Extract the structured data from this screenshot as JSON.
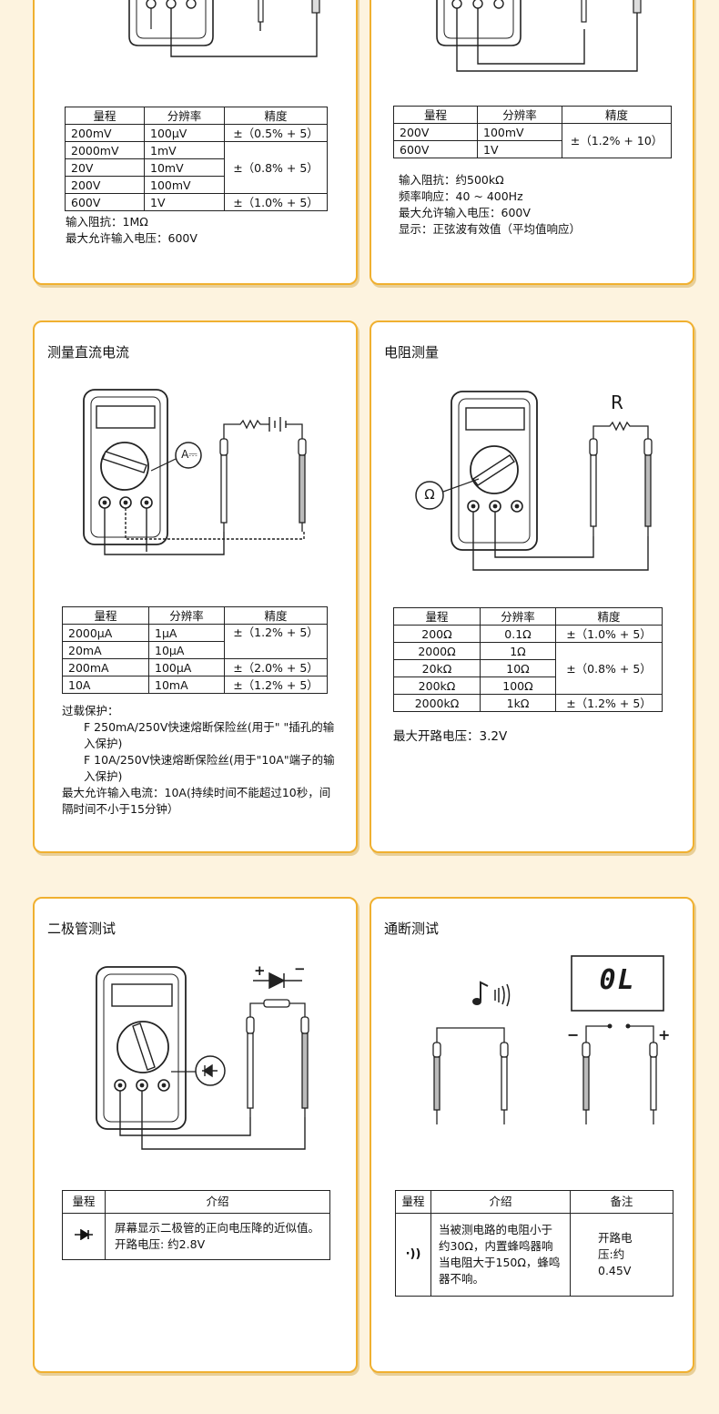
{
  "colors": {
    "page_bg": "#fdf3df",
    "card_border": "#f0b030",
    "card_shadow": "#e8cf98"
  },
  "dcv": {
    "headers": [
      "量程",
      "分辨率",
      "精度"
    ],
    "rows": [
      {
        "range": "200mV",
        "res": "100μV",
        "acc": "±（0.5% + 5）"
      },
      {
        "range": "2000mV",
        "res": "1mV"
      },
      {
        "range": "20V",
        "res": "10mV",
        "acc": "±（0.8% + 5）"
      },
      {
        "range": "200V",
        "res": "100mV"
      },
      {
        "range": "600V",
        "res": "1V",
        "acc": "±（1.0% + 5）"
      }
    ],
    "notes": [
      "输入阻抗：1MΩ",
      "最大允许输入电压：600V"
    ]
  },
  "acv": {
    "headers": [
      "量程",
      "分辨率",
      "精度"
    ],
    "rows": [
      {
        "range": "200V",
        "res": "100mV",
        "acc": "±（1.2% + 10）"
      },
      {
        "range": "600V",
        "res": "1V"
      }
    ],
    "notes": [
      "输入阻抗：约500kΩ",
      "频率响应：40 ~ 400Hz",
      "最大允许输入电压：600V",
      "显示：正弦波有效值（平均值响应）"
    ]
  },
  "dca": {
    "title": "测量直流电流",
    "symbol": "A⎓",
    "headers": [
      "量程",
      "分辨率",
      "精度"
    ],
    "rows": [
      {
        "range": "2000μA",
        "res": "1μA",
        "acc": "±（1.2% + 5）"
      },
      {
        "range": "20mA",
        "res": "10μA"
      },
      {
        "range": "200mA",
        "res": "100μA",
        "acc": "±（2.0% + 5）"
      },
      {
        "range": "10A",
        "res": "10mA",
        "acc": "±（1.2% + 5）"
      }
    ],
    "notes": {
      "label": "过载保护：",
      "fuse1": "F 250mA/250V快速熔断保险丝(用于\"    \"插孔的输入保护)",
      "fuse2": "F  10A/250V快速熔断保险丝(用于\"10A\"端子的输入保护)",
      "max": "最大允许输入电流：10A(持续时间不能超过10秒，间隔时间不小于15分钟）"
    }
  },
  "res": {
    "title": "电阻测量",
    "r_label": "R",
    "symbol": "Ω",
    "headers": [
      "量程",
      "分辨率",
      "精度"
    ],
    "rows": [
      {
        "range": "200Ω",
        "res": "0.1Ω",
        "acc": "±（1.0% + 5）"
      },
      {
        "range": "2000Ω",
        "res": "1Ω"
      },
      {
        "range": "20kΩ",
        "res": "10Ω",
        "acc": "±（0.8% + 5）"
      },
      {
        "range": "200kΩ",
        "res": "100Ω"
      },
      {
        "range": "2000kΩ",
        "res": "1kΩ",
        "acc": "±（1.2% + 5）"
      }
    ],
    "note": "最大开路电压：3.2V"
  },
  "diode": {
    "title": "二极管测试",
    "plus": "+",
    "minus": "−",
    "headers": [
      "量程",
      "介绍"
    ],
    "desc": "屏幕显示二极管的正向电压降的近似值。开路电压: 约2.8V"
  },
  "cont": {
    "title": "通断测试",
    "display": "0L",
    "minus": "−",
    "plus": "+",
    "headers": [
      "量程",
      "介绍",
      "备注"
    ],
    "symbol": "·))",
    "desc": "当被测电路的电阻小于约30Ω，内置蜂鸣器响当电阻大于150Ω，蜂鸣器不响。",
    "remark": "开路电压:约0.45V"
  }
}
